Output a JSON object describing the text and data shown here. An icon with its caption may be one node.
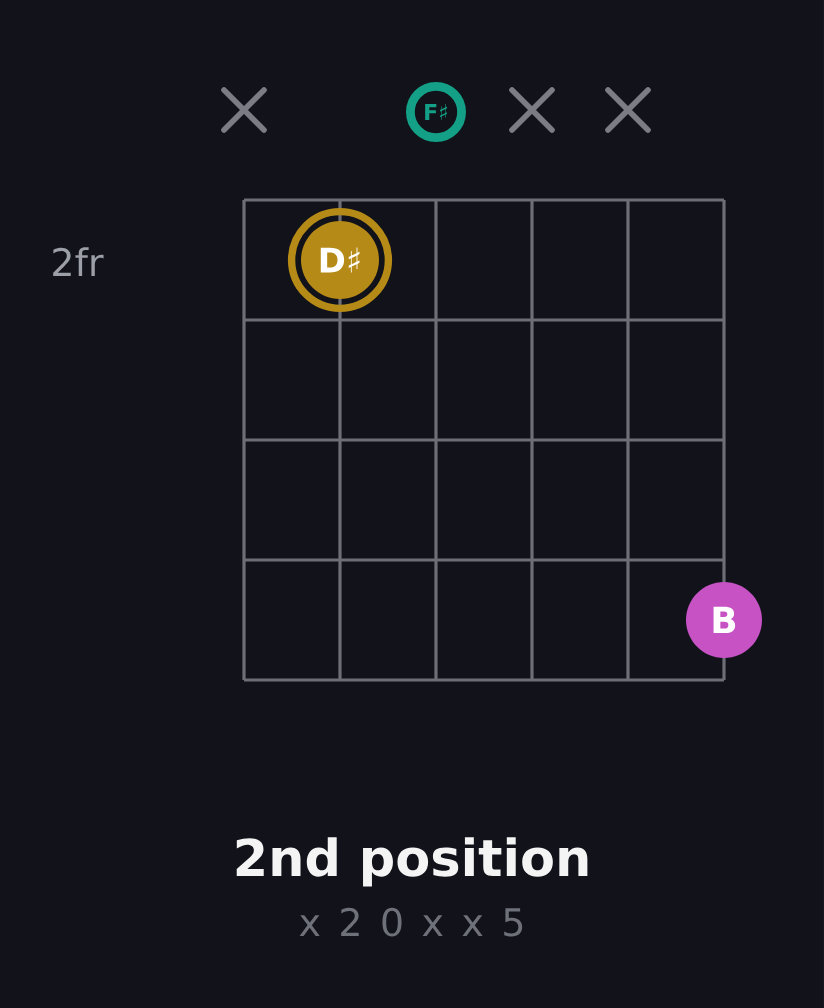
{
  "diagram": {
    "title": "2nd position",
    "nodes": [
      {
        "text": [
          "F♯"
        ]
      },
      {
        "text": [
          "D♯"
        ]
      },
      {
        "text": [
          "B"
        ]
      }
    ],
    "labels": [
      "2fr",
      "x 2 0 x x 5"
    ]
  }
}
